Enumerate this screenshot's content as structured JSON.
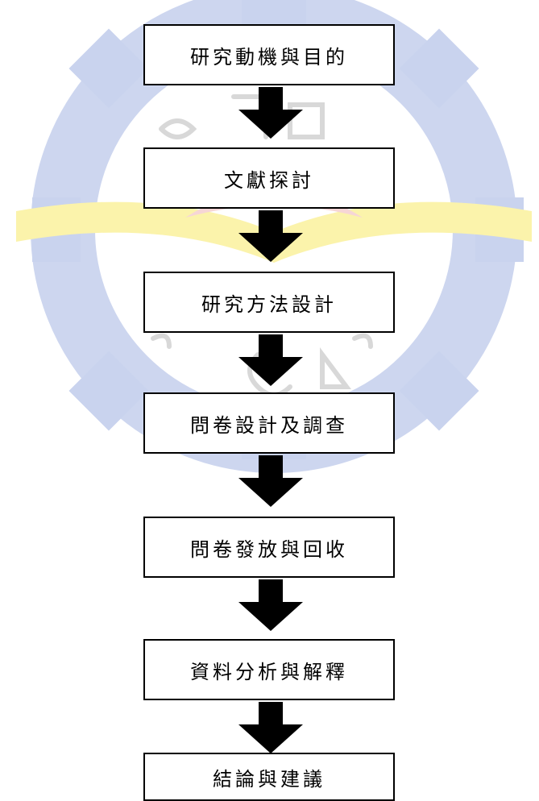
{
  "steps": [
    "研究動機與目的",
    "文獻探討",
    "研究方法設計",
    "問卷設計及調查",
    "問卷發放與回收",
    "資料分析與解釋",
    "結論與建議"
  ],
  "colors": {
    "border": "#000000",
    "arrow": "#000000",
    "watermark_blue": "#c7d2ee",
    "watermark_yellow": "#fbf2a0",
    "watermark_red": "#f7d7d7"
  }
}
